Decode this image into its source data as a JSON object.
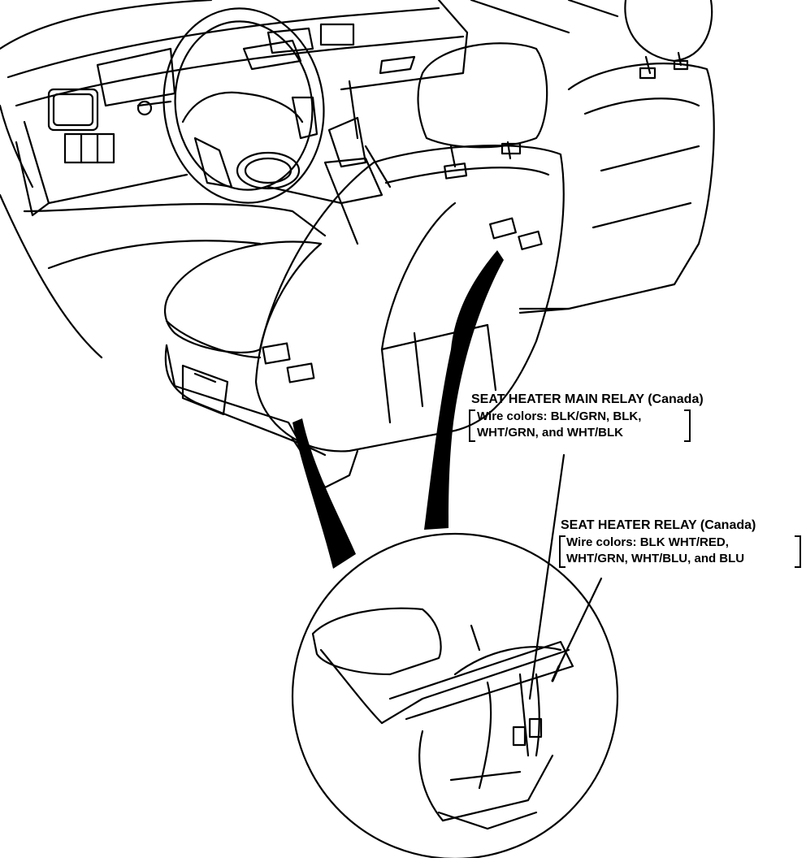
{
  "callouts": {
    "main_relay": {
      "title": "SEAT HEATER MAIN RELAY (Canada)",
      "wire_line1": "Wire colors: BLK/GRN, BLK,",
      "wire_line2": "WHT/GRN, and WHT/BLK"
    },
    "relay": {
      "title": "SEAT HEATER RELAY (Canada)",
      "wire_line1": "Wire colors: BLK WHT/RED,",
      "wire_line2": "WHT/GRN, WHT/BLU, and BLU"
    }
  },
  "colors": {
    "ink": "#000000",
    "paper": "#ffffff"
  }
}
